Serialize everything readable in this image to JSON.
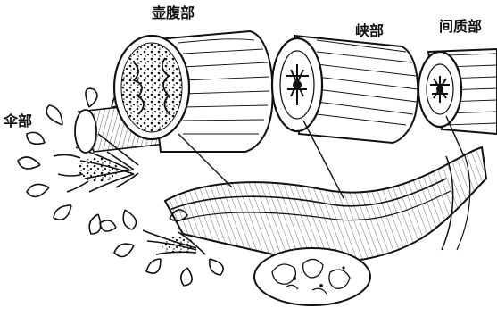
{
  "labels": {
    "ampulla": "壶腹部",
    "isthmus": "峡部",
    "interstitial": "间质部",
    "infundibulum": "伞部"
  },
  "colors": {
    "ink": "#111111",
    "background": "#ffffff"
  }
}
